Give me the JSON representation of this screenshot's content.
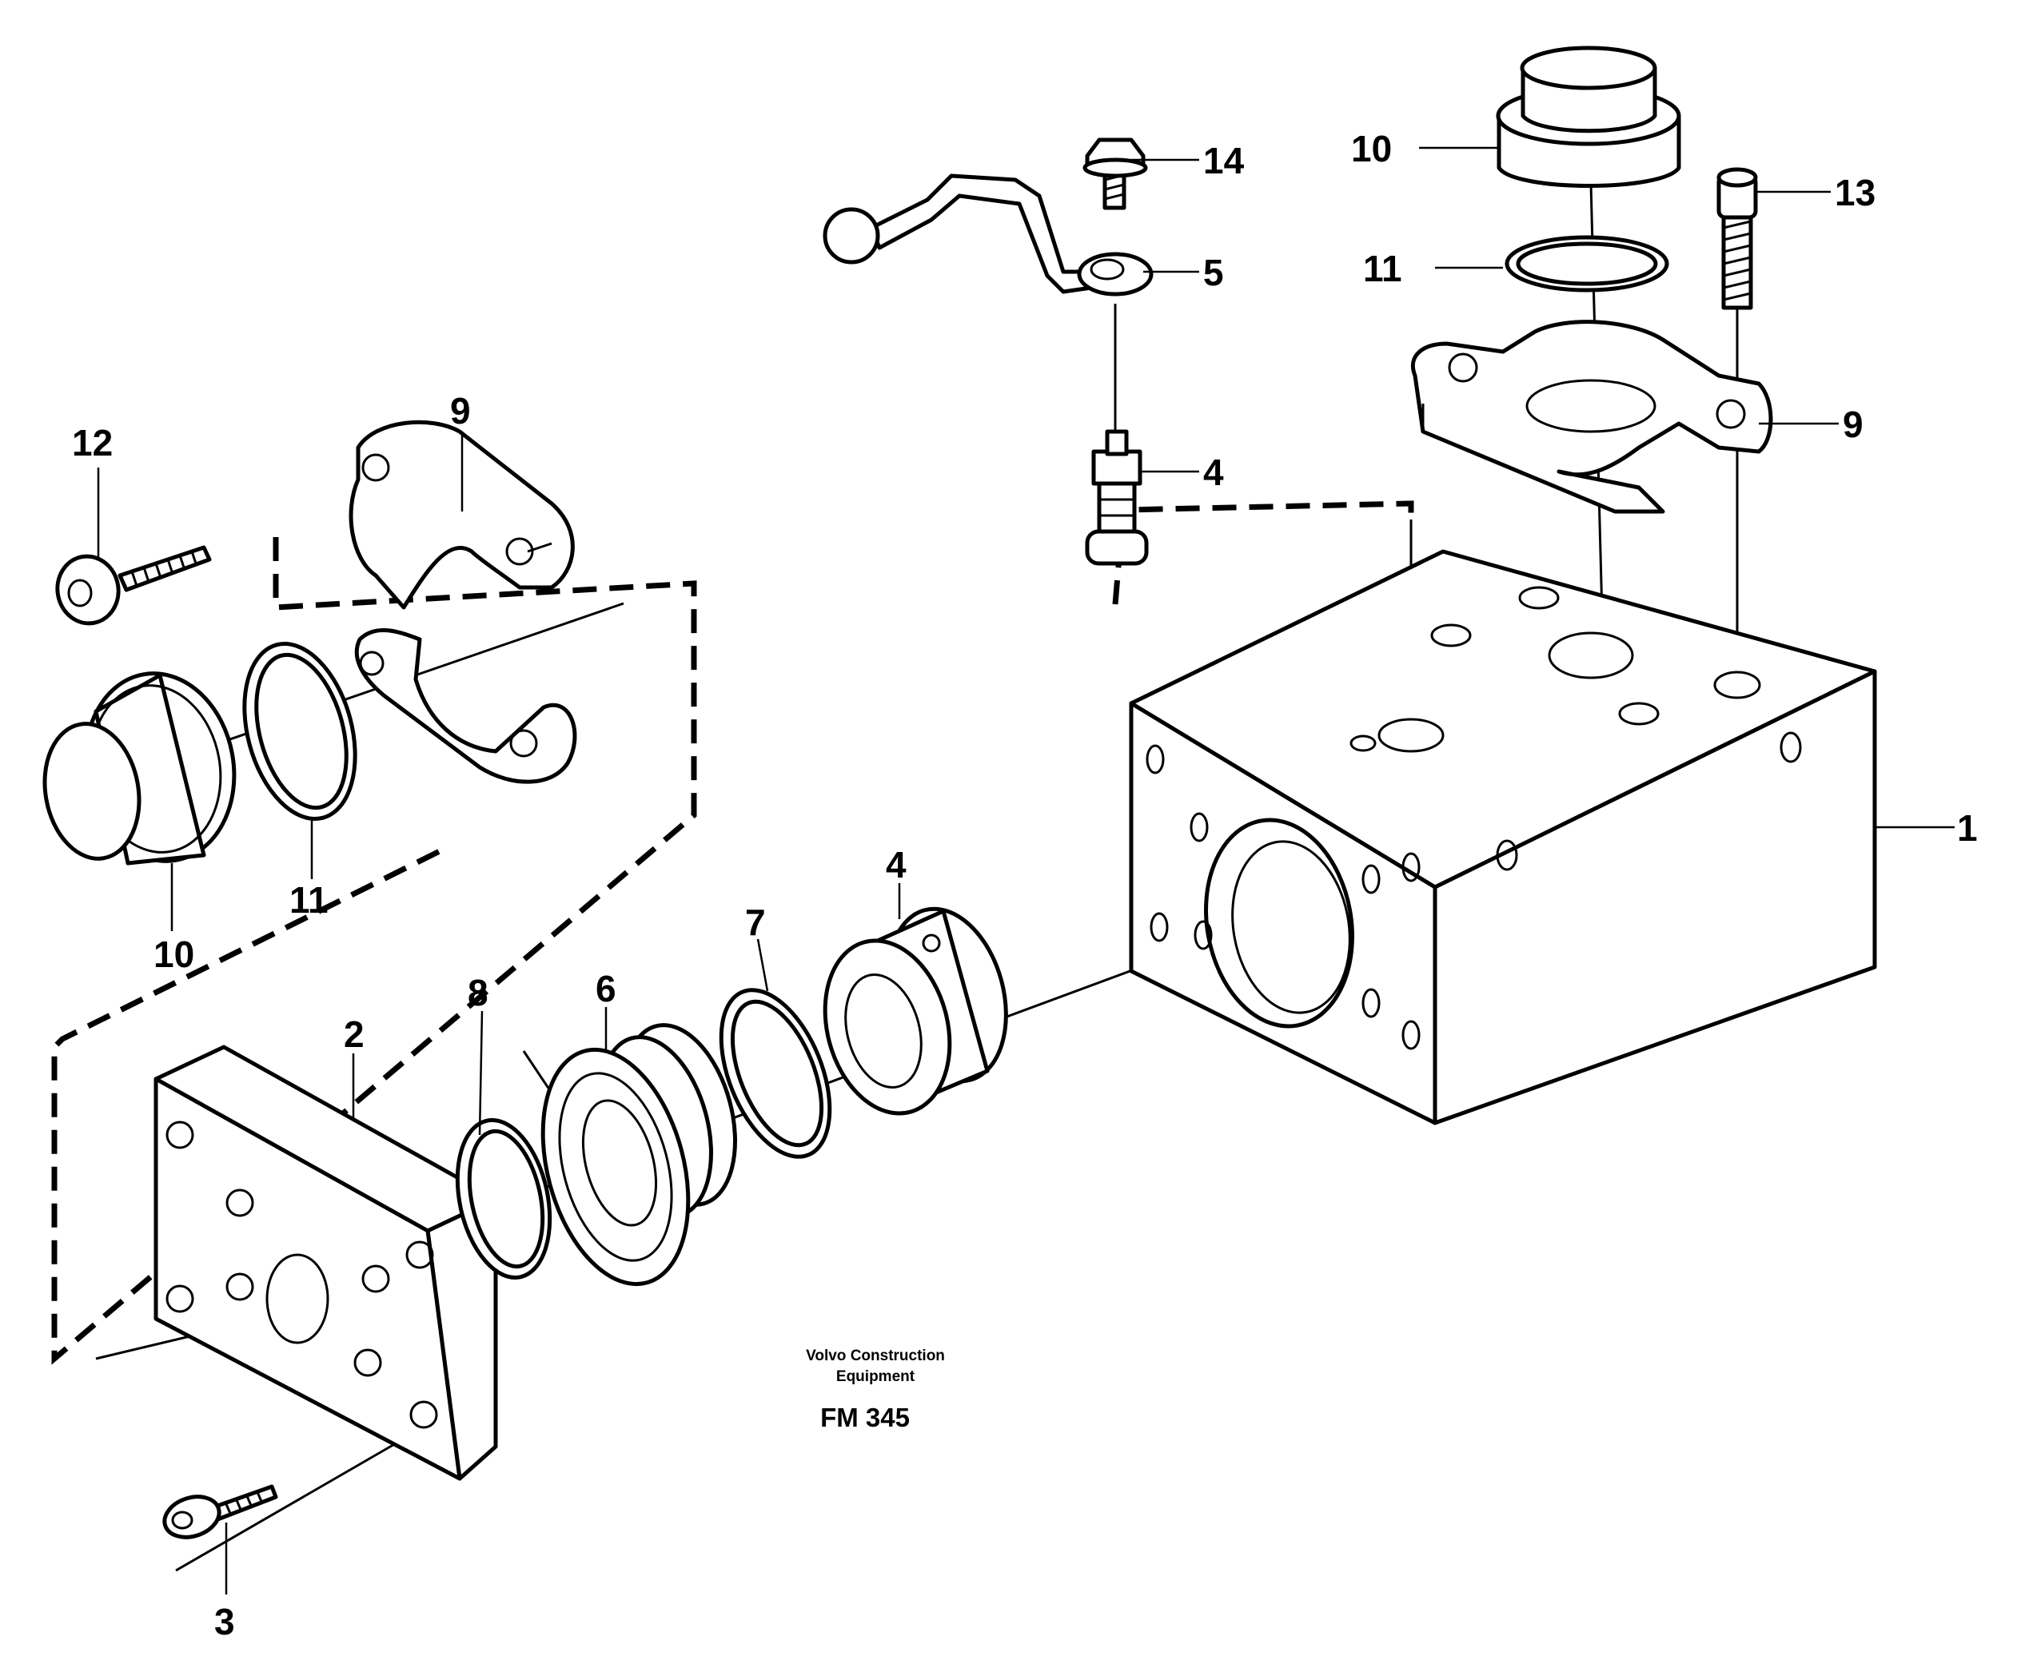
{
  "callouts": {
    "c1": "1",
    "c2": "2",
    "c3": "3",
    "c4_top": "4",
    "c4_mid": "4",
    "c5": "5",
    "c6": "6",
    "c7": "7",
    "c8": "8",
    "c9_left": "9",
    "c9_right": "9",
    "c10_left": "10",
    "c10_top": "10",
    "c11_left": "11",
    "c11_top": "11",
    "c12": "12",
    "c13": "13",
    "c14": "14"
  },
  "caption": {
    "line1": "Volvo Construction",
    "line2": "Equipment",
    "code": "FM 345"
  }
}
